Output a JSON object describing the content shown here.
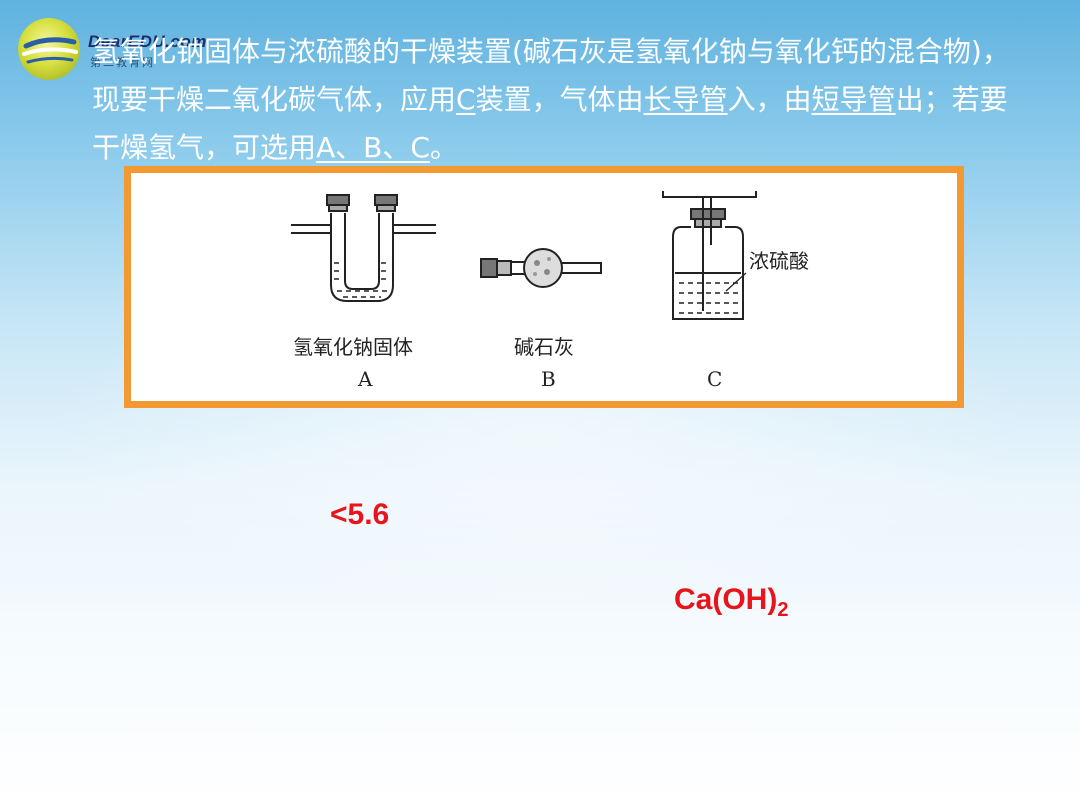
{
  "logo": {
    "brand": "DearEDU.com",
    "sub": "第二教育网"
  },
  "paragraph": {
    "p1": "氢氧化钠固体与浓硫酸的干燥装置(碱石灰是氢氧化钠与氧化钙的混合物)，现要干燥二氧化碳气体，应用",
    "blank1": "C",
    "p2": "装置，气体由",
    "blank2": "长导管",
    "p3": "入，由",
    "blank3": "短导管",
    "p4": "出；若要干燥氢气，可选用",
    "blank4": "A、B、C",
    "p5": "。"
  },
  "figure": {
    "labels": {
      "a_name": "氢氧化钠固体",
      "b_name": "碱石灰",
      "c_reagent": "浓硫酸",
      "a": "A",
      "b": "B",
      "c": "C"
    }
  },
  "answers": {
    "ph": "<5.6",
    "formula_main": "Ca(OH)",
    "formula_sub": "2"
  },
  "colors": {
    "frame_border": "#f29a31",
    "answer_red": "#e8141c",
    "text_white": "#ffffff"
  }
}
